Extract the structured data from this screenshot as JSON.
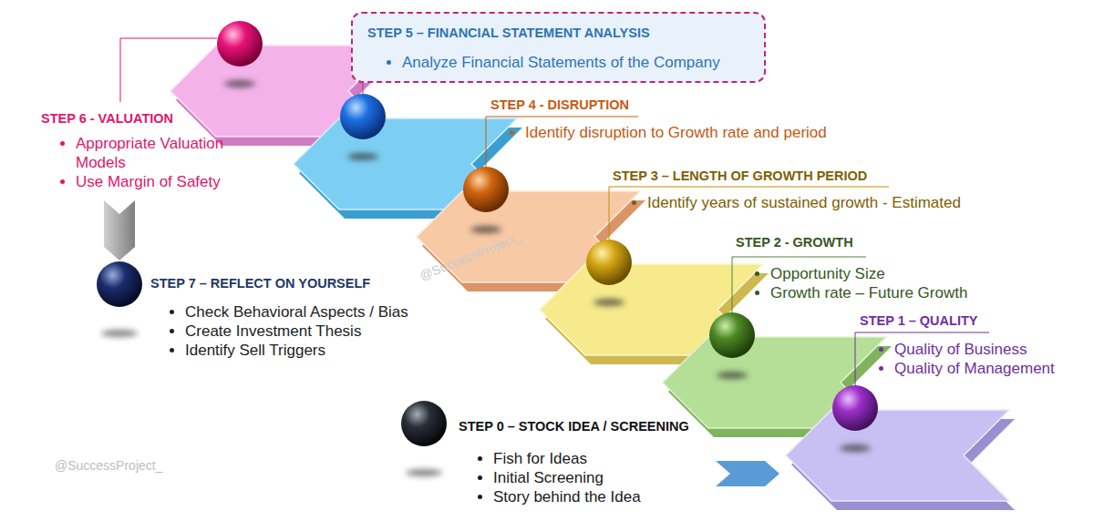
{
  "diagram": {
    "nodes": [
      {
        "text": [
          "STEP 0 – STOCK IDEA / SCREENING",
          "Fish for Ideas",
          "Initial Screening",
          "Story behind the Idea"
        ]
      },
      {
        "text": [
          "STEP 1 – QUALITY",
          "Quality of Business",
          "Quality of Management"
        ]
      },
      {
        "text": [
          "STEP 2 - GROWTH",
          "Opportunity Size",
          "Growth rate – Future Growth"
        ]
      },
      {
        "text": [
          "STEP 3 – LENGTH OF GROWTH PERIOD",
          "Identify years of sustained growth - Estimated"
        ]
      },
      {
        "text": [
          "STEP 4 - DISRUPTION",
          "Identify disruption to Growth rate and period"
        ]
      },
      {
        "text": [
          "STEP 5 – FINANCIAL STATEMENT ANALYSIS",
          "Analyze Financial Statements of the Company"
        ]
      },
      {
        "text": [
          "STEP 6 - VALUATION",
          "Appropriate Valuation Models",
          "Use Margin of Safety"
        ]
      },
      {
        "text": [
          "STEP 7 – REFLECT ON YOURSELF",
          "Check Behavioral Aspects / Bias",
          "Create Investment Thesis",
          "Identify Sell Triggers"
        ]
      }
    ],
    "edges": [
      {
        "from": 0,
        "to": 1,
        "arrow": "to"
      },
      {
        "from": 6,
        "to": 7,
        "arrow": "to"
      }
    ],
    "labels": [
      "@SuccessProject_",
      "@SuccessProject_"
    ]
  }
}
